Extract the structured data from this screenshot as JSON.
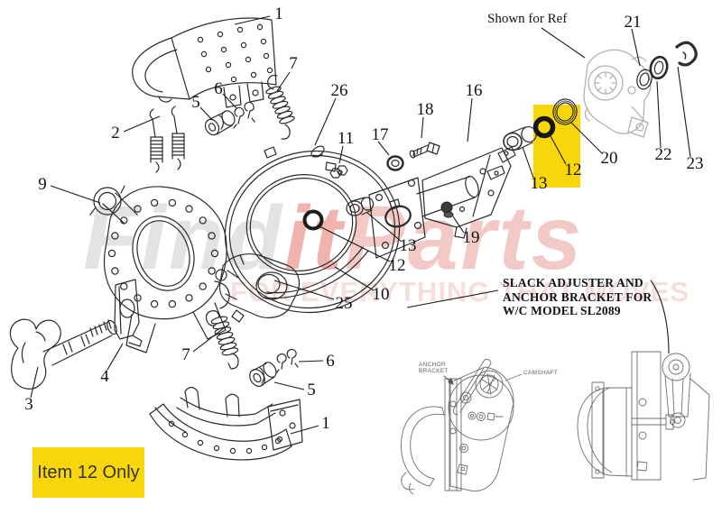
{
  "watermark": {
    "segments": [
      {
        "text": "Find",
        "color": "#e3e3e3"
      },
      {
        "text": "it",
        "color": "#f0b3ae"
      },
      {
        "text": "Parts",
        "color": "#f2c9c4"
      }
    ],
    "tagline": "FOR EVERYTHING THAT MOVES"
  },
  "colors": {
    "highlight_yellow": "#f7d60a",
    "label_text": "#101018",
    "line_art": "#2b2b2b",
    "ref_part_gray": "#b2b2b2"
  },
  "callouts": {
    "shown_for_ref": "Shown for Ref",
    "slack_note_line1": "SLACK ADJUSTER AND",
    "slack_note_line2": "ANCHOR BRACKET FOR",
    "slack_note_line3": "W/C MODEL SL2089",
    "item_12_box": "Item 12 Only",
    "inset_anchor_line1": "ANCHOR",
    "inset_anchor_line2": "BRACKET",
    "inset_camshaft": "CAMSHAFT"
  },
  "part_labels": [
    {
      "text": "1"
    },
    {
      "text": "7"
    },
    {
      "text": "6"
    },
    {
      "text": "5"
    },
    {
      "text": "2"
    },
    {
      "text": "26"
    },
    {
      "text": "11"
    },
    {
      "text": "17"
    },
    {
      "text": "18"
    },
    {
      "text": "16"
    },
    {
      "text": "21"
    },
    {
      "text": "20"
    },
    {
      "text": "22"
    },
    {
      "text": "23"
    },
    {
      "text": "12"
    },
    {
      "text": "13"
    },
    {
      "text": "9"
    },
    {
      "text": "13"
    },
    {
      "text": "12"
    },
    {
      "text": "10"
    },
    {
      "text": "25"
    },
    {
      "text": "19"
    },
    {
      "text": "3"
    },
    {
      "text": "4"
    },
    {
      "text": "7"
    },
    {
      "text": "6"
    },
    {
      "text": "5"
    },
    {
      "text": "1"
    }
  ]
}
